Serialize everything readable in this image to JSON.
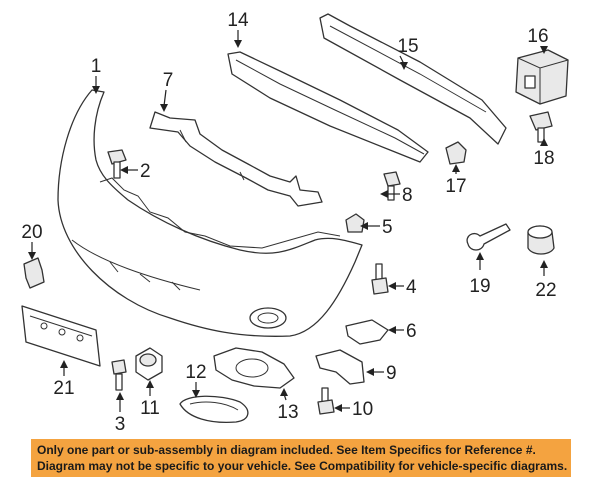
{
  "diagram": {
    "callouts": [
      {
        "id": "c1",
        "label": "1"
      },
      {
        "id": "c2",
        "label": "2"
      },
      {
        "id": "c3",
        "label": "3"
      },
      {
        "id": "c4",
        "label": "4"
      },
      {
        "id": "c5",
        "label": "5"
      },
      {
        "id": "c6",
        "label": "6"
      },
      {
        "id": "c7",
        "label": "7"
      },
      {
        "id": "c8",
        "label": "8"
      },
      {
        "id": "c9",
        "label": "9"
      },
      {
        "id": "c10",
        "label": "10"
      },
      {
        "id": "c11",
        "label": "11"
      },
      {
        "id": "c12",
        "label": "12"
      },
      {
        "id": "c13",
        "label": "13"
      },
      {
        "id": "c14",
        "label": "14"
      },
      {
        "id": "c15",
        "label": "15"
      },
      {
        "id": "c16",
        "label": "16"
      },
      {
        "id": "c17",
        "label": "17"
      },
      {
        "id": "c18",
        "label": "18"
      },
      {
        "id": "c19",
        "label": "19"
      },
      {
        "id": "c20",
        "label": "20"
      },
      {
        "id": "c21",
        "label": "21"
      },
      {
        "id": "c22",
        "label": "22"
      }
    ]
  },
  "notice": {
    "line1": "Only one part or sub-assembly in diagram included. See Item Specifics for Reference #.",
    "line2": "Diagram may not be specific to your vehicle. See Compatibility for vehicle-specific diagrams.",
    "background": "#f4a340"
  }
}
